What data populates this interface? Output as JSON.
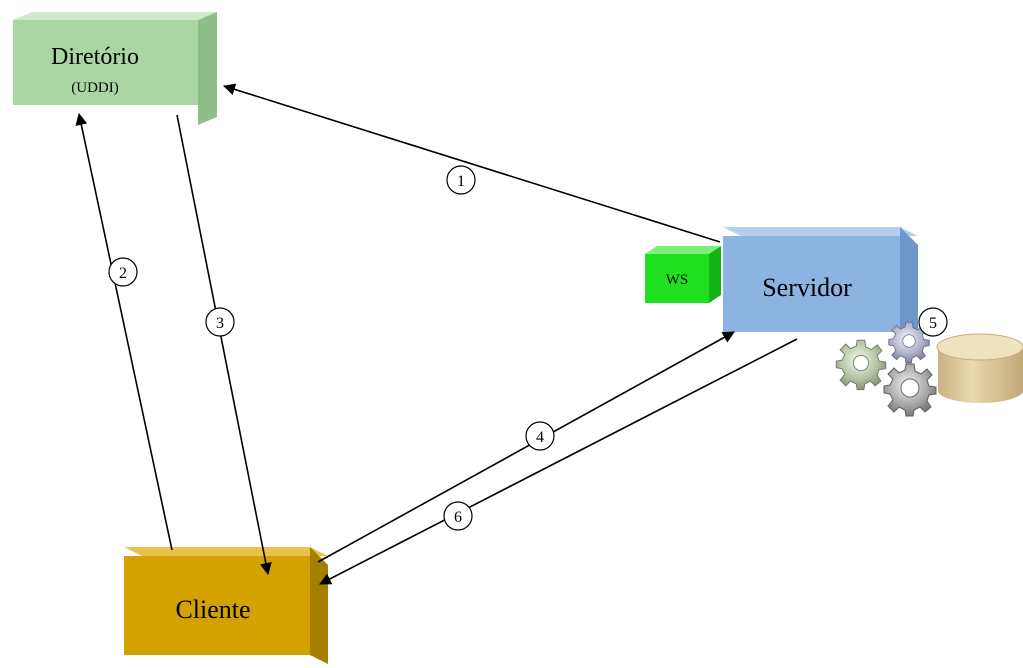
{
  "nodes": {
    "diretorio": {
      "title": "Diretório",
      "subtitle": "(UDDI)",
      "color": "#a9d6a3"
    },
    "servidor": {
      "title": "Servidor",
      "color": "#8db3e0"
    },
    "ws": {
      "title": "WS",
      "color": "#1fe01f"
    },
    "cliente": {
      "title": "Cliente",
      "color": "#d4a200"
    }
  },
  "steps": [
    "1",
    "2",
    "3",
    "4",
    "5",
    "6"
  ],
  "icons": [
    "gears-icon",
    "database-icon"
  ],
  "colors": {
    "arrow": "#000000",
    "gear": "#9a9a9a",
    "gear_green_tint": "#b6c7a3",
    "database": "#e2cfa3"
  }
}
